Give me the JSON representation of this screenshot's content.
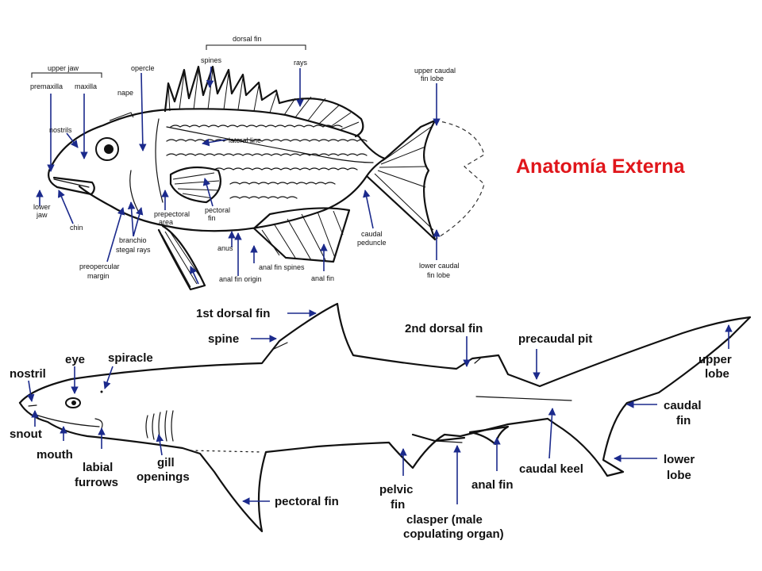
{
  "title": "Anatomía Externa",
  "fish_labels": {
    "dorsal_fin": "dorsal fin",
    "spines": "spines",
    "rays": "rays",
    "upper_jaw": "upper jaw",
    "opercle": "opercle",
    "premaxilla": "premaxilla",
    "maxilla": "maxilla",
    "nape": "nape",
    "nostrils": "nostrils",
    "lateral_line": "lateral line",
    "upper_caudal_1": "upper caudal",
    "upper_caudal_2": "fin lobe",
    "lower_jaw_1": "lower",
    "lower_jaw_2": "jaw",
    "chin": "chin",
    "prepectoral_1": "prepectoral",
    "prepectoral_2": "area",
    "pectoral_1": "pectoral",
    "pectoral_2": "fin",
    "branchio_1": "branchio",
    "branchio_2": "stegal rays",
    "anus": "anus",
    "anal_fin_spines": "anal fin spines",
    "caudal_ped_1": "caudal",
    "caudal_ped_2": "peduncle",
    "preopercular_1": "preopercular",
    "preopercular_2": "margin",
    "anal_fin_origin": "anal fin origin",
    "anal_fin": "anal fin",
    "lower_caudal_1": "lower caudal",
    "lower_caudal_2": "fin lobe"
  },
  "shark_labels": {
    "first_dorsal": "1st dorsal fin",
    "spine": "spine",
    "second_dorsal": "2nd dorsal fin",
    "precaudal_pit": "precaudal pit",
    "upper_lobe_1": "upper",
    "upper_lobe_2": "lobe",
    "nostril": "nostril",
    "eye": "eye",
    "spiracle": "spiracle",
    "snout": "snout",
    "mouth": "mouth",
    "labial_1": "labial",
    "labial_2": "furrows",
    "gill_1": "gill",
    "gill_2": "openings",
    "pectoral_fin": "pectoral fin",
    "pelvic_1": "pelvic",
    "pelvic_2": "fin",
    "clasper_1": "clasper (male",
    "clasper_2": "copulating organ)",
    "anal_fin": "anal fin",
    "caudal_keel": "caudal keel",
    "caudal_1": "caudal",
    "caudal_2": "fin",
    "lower_lobe_1": "lower",
    "lower_lobe_2": "lobe"
  },
  "colors": {
    "title": "#e0161b",
    "pointer": "#1b2a8c",
    "outline": "#111111"
  }
}
